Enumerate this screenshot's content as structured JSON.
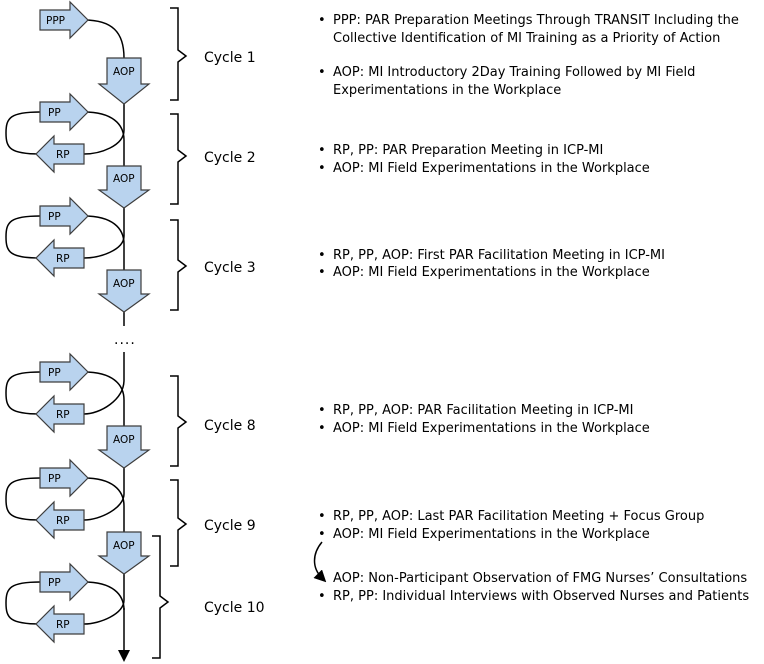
{
  "shapes": {
    "ppp": "PPP",
    "pp": "PP",
    "rp": "RP",
    "aop": "AOP"
  },
  "colors": {
    "box_fill": "#b9d3ee",
    "box_stroke": "#3d3d3d",
    "line": "#000000"
  },
  "ellipsis": "....",
  "cycles": [
    {
      "label": "Cycle 1",
      "items": [
        "PPP: PAR Preparation Meetings Through TRANSIT Including the",
        "Collective Identification of MI Training as a Priority of Action",
        "AOP: MI Introductory 2Day Training Followed by MI Field",
        "Experimentations in the Workplace"
      ]
    },
    {
      "label": "Cycle 2",
      "items": [
        "RP, PP: PAR Preparation Meeting in ICP-MI",
        "AOP: MI Field Experimentations in the Workplace"
      ]
    },
    {
      "label": "Cycle 3",
      "items": [
        "RP, PP, AOP: First PAR Facilitation Meeting in ICP-MI",
        "AOP: MI Field Experimentations in the Workplace"
      ]
    },
    {
      "label": "Cycle 8",
      "items": [
        "RP, PP, AOP: PAR Facilitation Meeting in ICP-MI",
        "AOP: MI Field Experimentations in the Workplace"
      ]
    },
    {
      "label": "Cycle 9",
      "items": [
        "RP, PP, AOP: Last PAR Facilitation Meeting + Focus Group",
        "AOP: MI Field Experimentations in the Workplace"
      ]
    },
    {
      "label": "Cycle 10",
      "items": [
        "AOP: Non-Participant Observation of FMG Nurses’ Consultations",
        "RP, PP: Individual Interviews with Observed Nurses and Patients"
      ]
    }
  ]
}
